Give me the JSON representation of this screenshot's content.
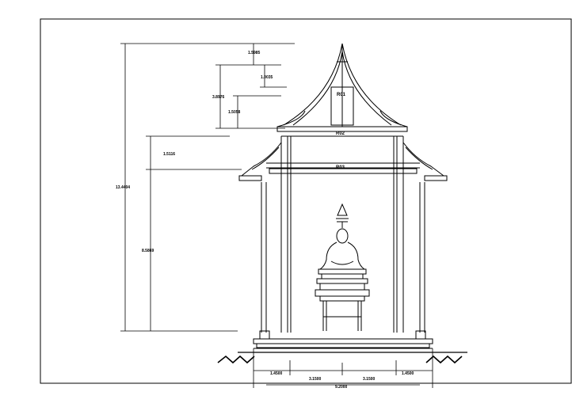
{
  "drawing": {
    "labels": {
      "roof_1": "R01",
      "roof_2": "R02",
      "roof_3": "R03"
    },
    "dimensions": {
      "overall_height": "13.4404",
      "upper_top_1": "1.5985",
      "upper_top_2": "1.0035",
      "roof_1_height": "3.8976",
      "roof_1_lower": "1.5058",
      "roof_2_height": "1.5116",
      "column_height": "8.5869",
      "base_left": "1.4500",
      "base_center_left": "3.1500",
      "base_center_right": "3.1500",
      "base_right": "1.4500",
      "base_total": "9.2000"
    }
  }
}
